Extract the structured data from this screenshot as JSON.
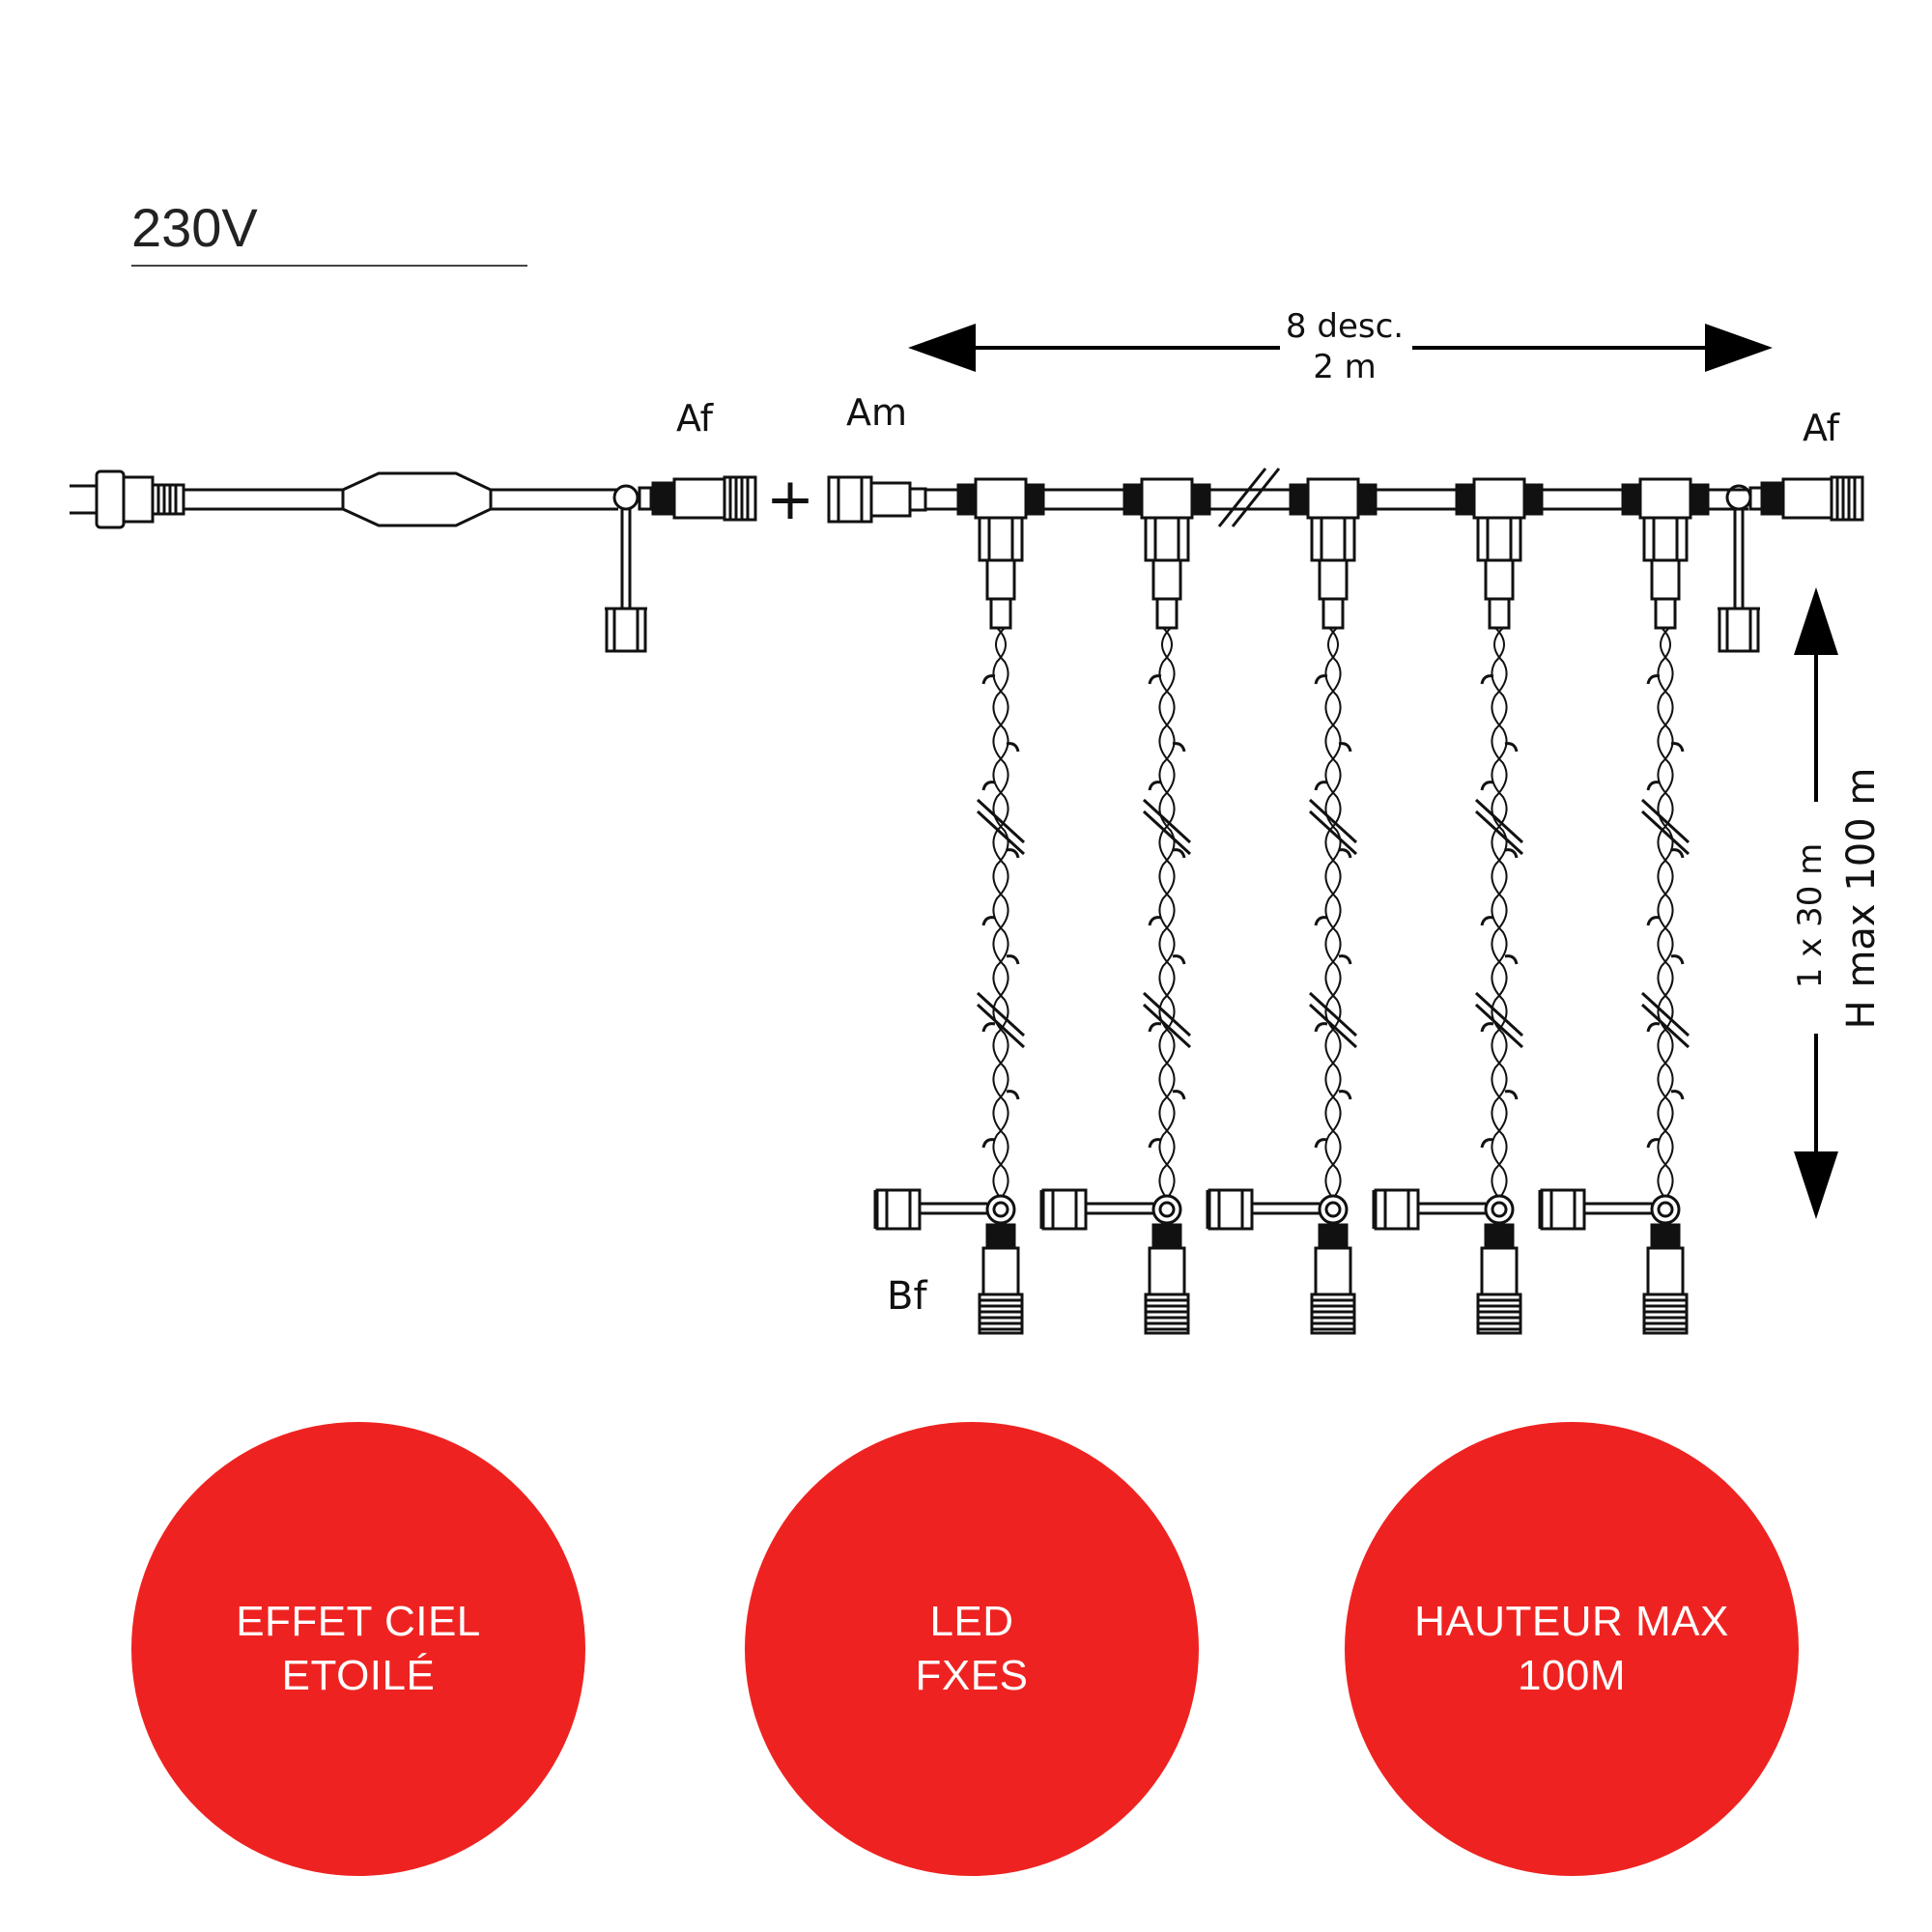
{
  "voltage_label": "230V",
  "labels": {
    "left_socket": "Af",
    "male_connector": "Am",
    "plus": "+",
    "right_socket": "Af",
    "bottom_socket": "Bf"
  },
  "width_dimension": {
    "line1": "8 desc.",
    "line2": "2 m"
  },
  "height_dimension": {
    "line1": "1 x 30 m",
    "line2": "H max 100 m"
  },
  "badge_color": "#ee2321",
  "badges": [
    {
      "line1": "EFFET CIEL",
      "line2": "ETOILÉ"
    },
    {
      "line1": "LED",
      "line2": "FXES"
    },
    {
      "line1": "HAUTEUR MAX",
      "line2": "100M"
    }
  ]
}
